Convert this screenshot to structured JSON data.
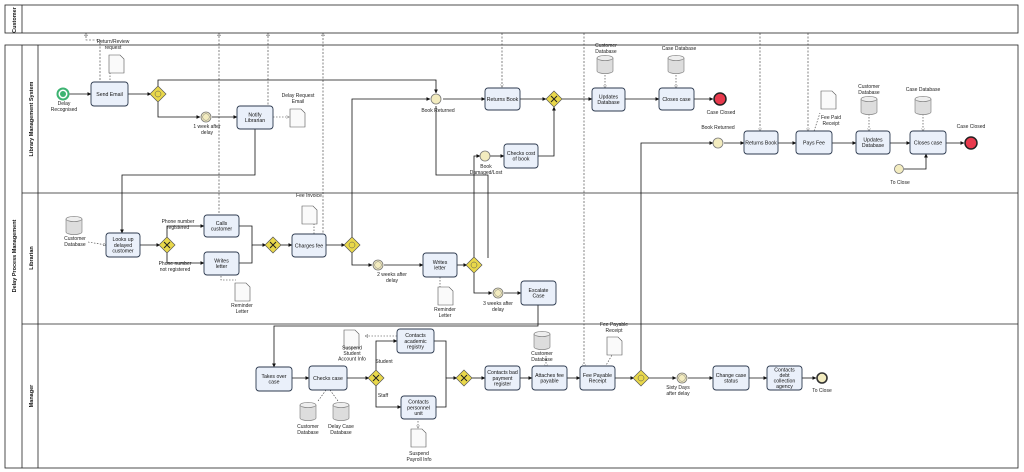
{
  "pools": {
    "customer": "Customer",
    "process": "Delay Process Management"
  },
  "lanes": {
    "system": "Library Management System",
    "librarian": "Librarian",
    "manager": "Manager"
  },
  "tasks": {
    "send_email": "Send Email",
    "notify_librarian": "Notify Librarian",
    "returns_book_1": "Returns Book",
    "checks_cost": "Checks cost of book",
    "updates_db_1": "Updates Database",
    "closes_case_1": "Closes case",
    "returns_book_2": "Returns Book",
    "pays_fee": "Pays Fee",
    "updates_db_2": "Updates Database",
    "closes_case_2": "Closes case",
    "looks_up": "Looks up delayed customer",
    "calls_customer": "Calls customer",
    "writes_letter_1": "Writes letter",
    "charges_fee": "Charges fee",
    "writes_letter_2": "Writes letter",
    "escalate": "Escalate Case",
    "takes_over": "Takes over case",
    "checks_case": "Checks case",
    "contacts_academic": "Contacts academic registry",
    "contacts_personnel": "Contacts personnel unit",
    "contacts_bad": "Contacts bad payment register",
    "attaches_fee": "Attaches fee payable",
    "fee_payable": "Fee Payable Receipt",
    "change_status": "Change case status",
    "contacts_debt": "Contacts debt collection agency"
  },
  "labels": {
    "delay_recognised": "Delay Recognised",
    "return_review": "Return/Review request",
    "one_week": "1 week after delay",
    "delay_request_email": "Delay Request Email",
    "book_returned_1": "Book Returned",
    "book_damaged": "Book Damaged/Lost",
    "customer_db_1": "Customer Database",
    "case_db_1": "Case Database",
    "case_closed_1": "Case Closed",
    "book_returned_2": "Book Returned",
    "fee_paid_receipt": "Fee Paid Receipt",
    "customer_db_2": "Customer Database",
    "case_db_2": "Case Database",
    "case_closed_2": "Case Closed",
    "to_close_1": "To Close",
    "customer_db_3": "Customer Database",
    "phone_registered": "Phone number registered",
    "phone_not_registered": "Phone number not registered",
    "fee_invoice": "Fee Invoice",
    "reminder_letter_1": "Reminder Letter",
    "two_weeks": "2 weeks after delay",
    "reminder_letter_2": "Reminder Letter",
    "three_weeks": "3 weeks after delay",
    "suspend_student": "Suspend Student Account Info",
    "student": "Student",
    "staff": "Staff",
    "customer_db_4": "Customer Database",
    "delay_case_db": "Delay Case Database",
    "suspend_payroll": "Suspend Payroll Info",
    "customer_db_5": "Customer Database",
    "fee_payable_receipt": "Fee Payable Receipt",
    "sixty_days": "Sixty Days after delay",
    "to_close_2": "To Close"
  },
  "colors": {
    "task_fill": "#eaf0fa",
    "task_stroke": "#2d3a4f",
    "start_event": "#3cb371",
    "end_event": "#e83a4d",
    "gateway": "#e9d84a",
    "intermediate": "#f3ecbf"
  }
}
